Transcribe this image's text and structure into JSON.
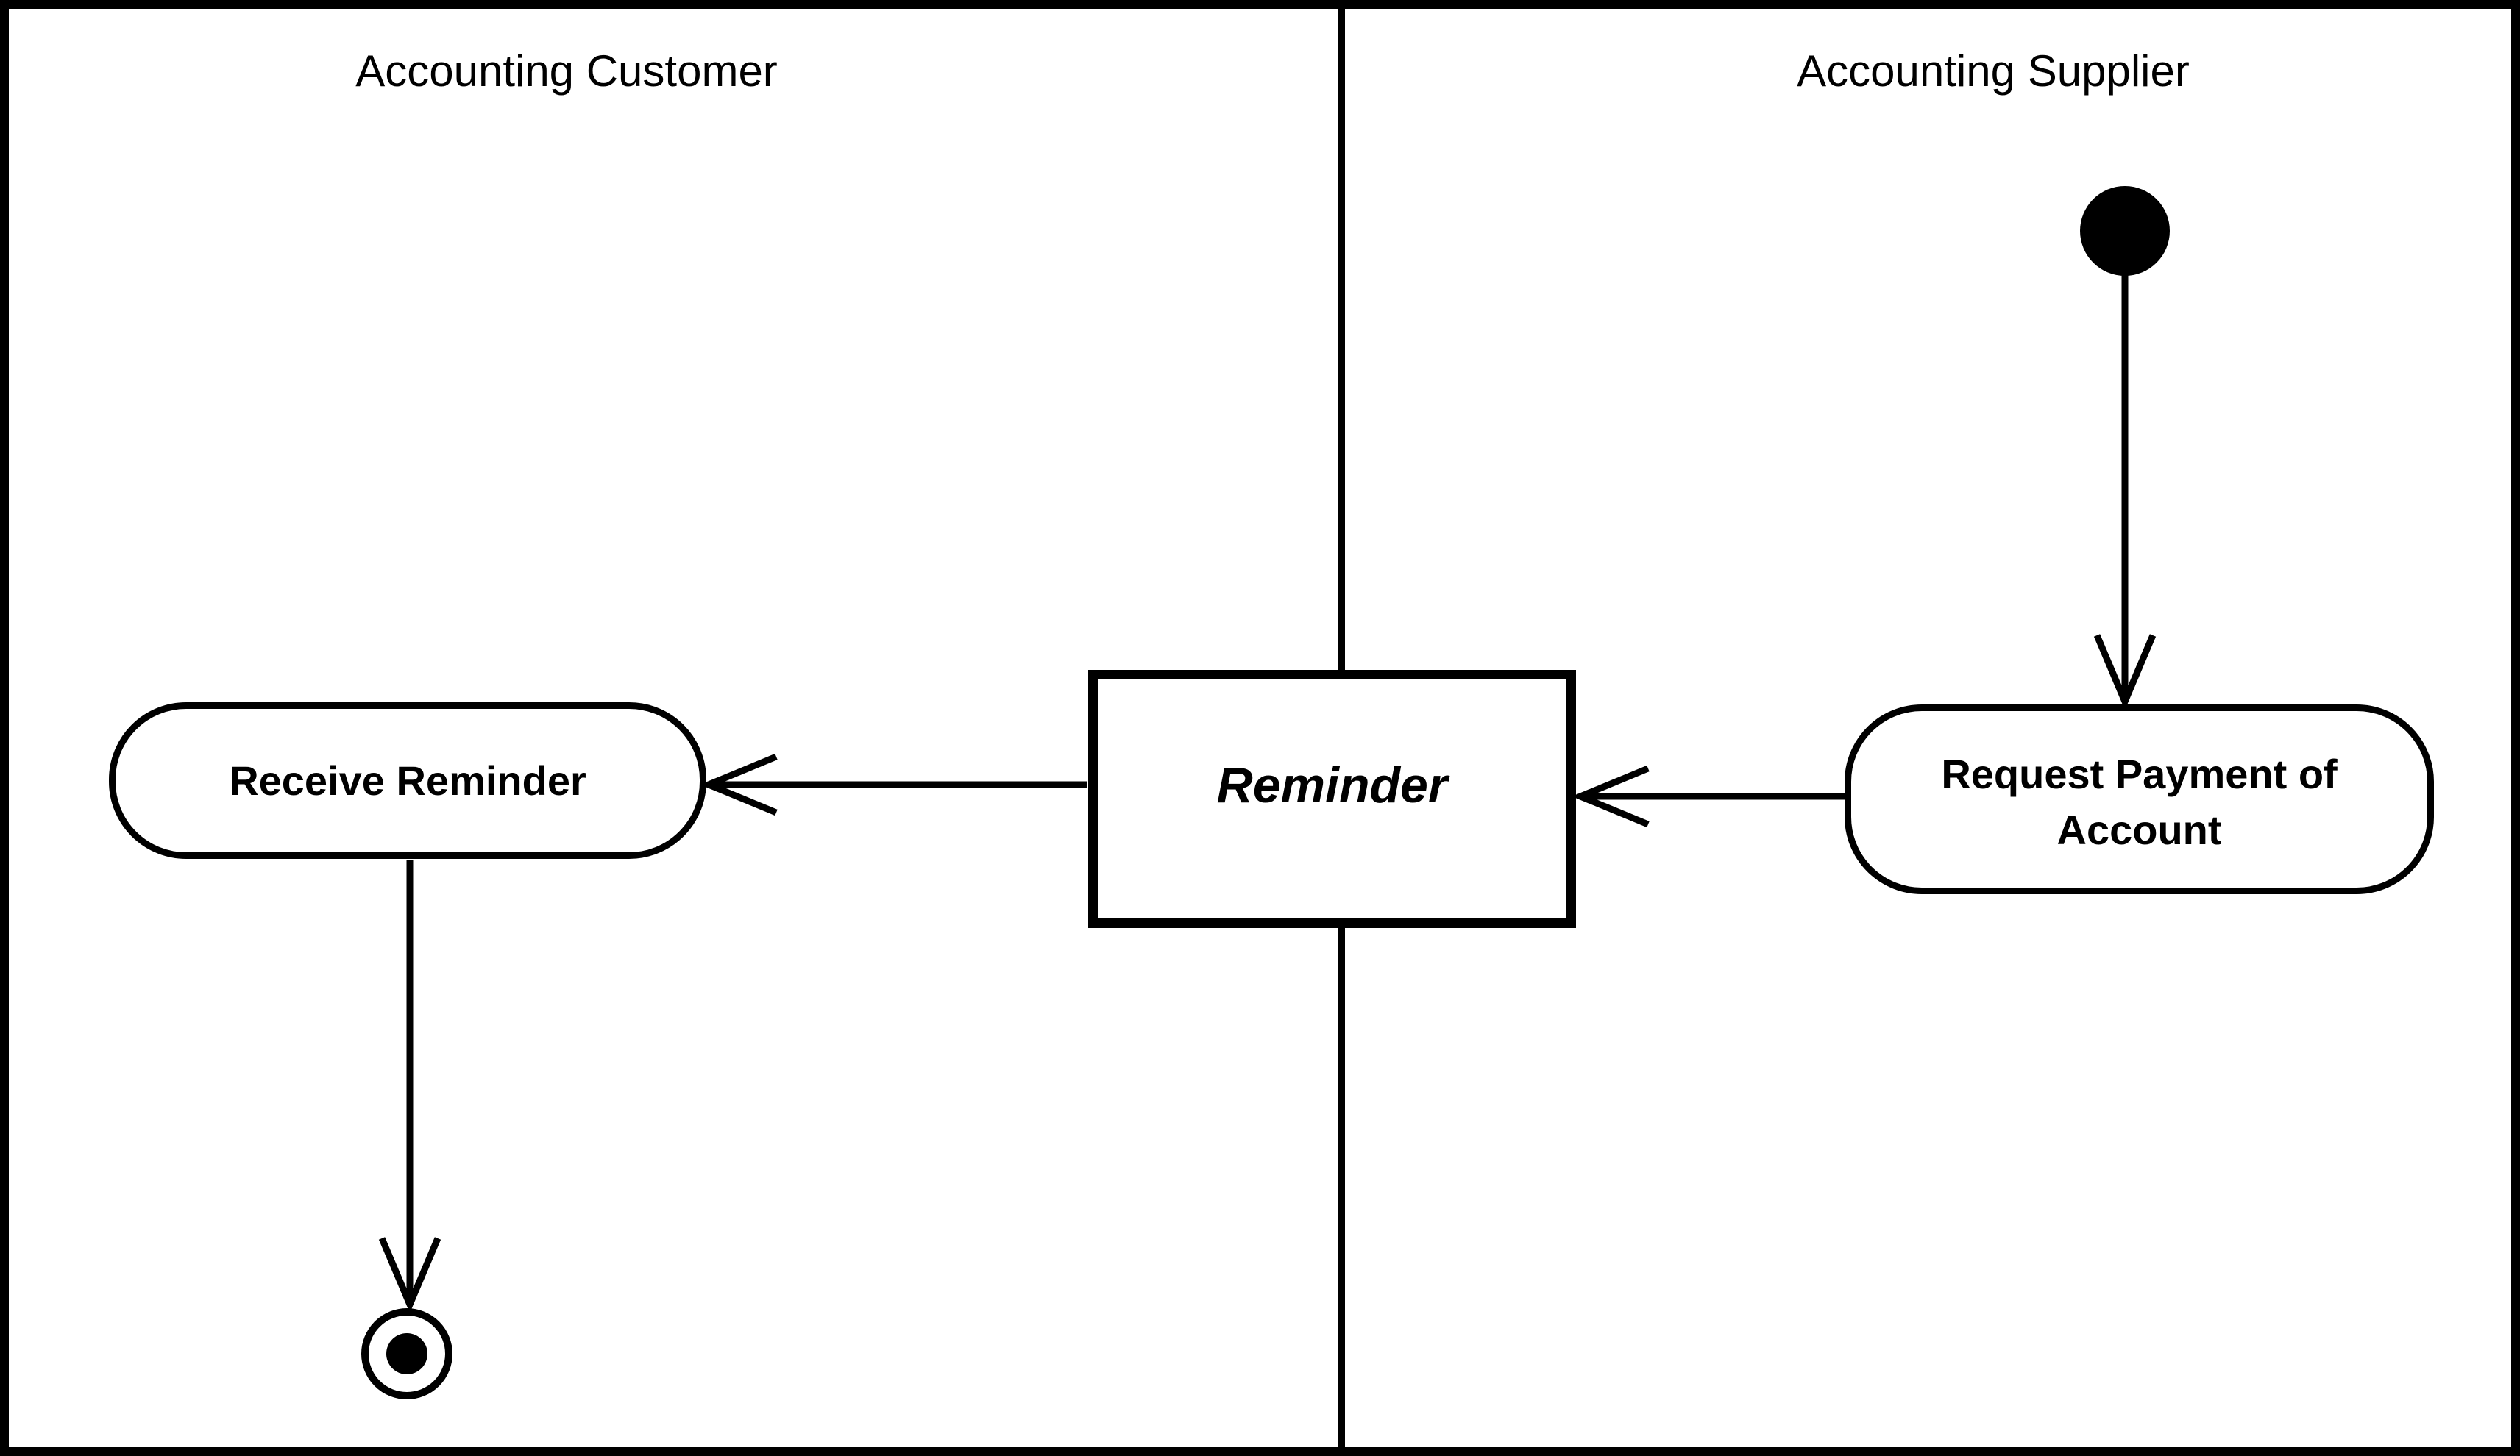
{
  "diagram": {
    "type": "uml-activity-swimlane-diagram",
    "colors": {
      "ink": "#000000",
      "background": "#ffffff"
    },
    "lanes": {
      "customer": {
        "title": "Accounting Customer"
      },
      "supplier": {
        "title": "Accounting Supplier"
      }
    },
    "nodes": {
      "initial": {
        "kind": "initial-node",
        "lane": "supplier"
      },
      "request_payment": {
        "kind": "action-node",
        "label": "Request Payment of Account",
        "lane": "supplier"
      },
      "reminder": {
        "kind": "object-node",
        "label": "Reminder",
        "lane": "between-lanes"
      },
      "receive_reminder": {
        "kind": "action-node",
        "label": "Receive Reminder",
        "lane": "customer"
      },
      "final": {
        "kind": "final-node",
        "lane": "customer"
      }
    },
    "flows": [
      {
        "from": "initial",
        "to": "request_payment",
        "direction": "down"
      },
      {
        "from": "request_payment",
        "to": "reminder",
        "direction": "left"
      },
      {
        "from": "reminder",
        "to": "receive_reminder",
        "direction": "left"
      },
      {
        "from": "receive_reminder",
        "to": "final",
        "direction": "down"
      }
    ]
  }
}
